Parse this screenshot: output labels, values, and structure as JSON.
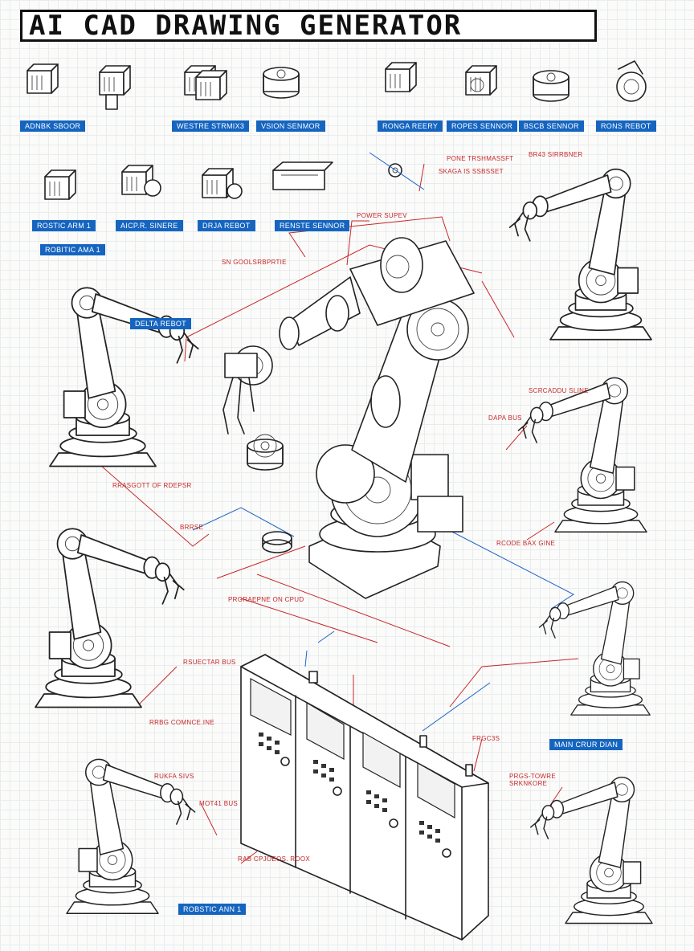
{
  "title": "AI CAD DRAWING GENERATOR",
  "colors": {
    "label_blue": "#1565c0",
    "annotation_red": "#c62828",
    "line_blue": "#1e63c9",
    "grid": "#e9ecef"
  },
  "top_labels": [
    "ADNBK SBOOR",
    "WESTRE STRMIX3",
    "VSION SENMOR",
    "RONGA REERY",
    "ROPES SENNOR",
    "BSCB SENNOR",
    "RONS REBOT"
  ],
  "row2_labels": [
    "ROSTIC ARM 1",
    "AICP.R. SINERE",
    "DRJA REBOT",
    "RENSTE SENNOR"
  ],
  "blue_labels": {
    "robotic_arm_left": "ROBITIC AMA 1",
    "delta_robot": "DELTA REBOT",
    "main_controller": "MAIN CRUR DIAN",
    "robotic_arm_bottom": "ROBSTIC ANN 1"
  },
  "red_labels": {
    "power_top": "PONE TRSHMASSFT",
    "bus_top_right": "BR43 SIRRBNER",
    "sensor_small": "SKAGA IS SSBSSET",
    "power_supply": "POWER SUPEV",
    "snooze": "SN GOOLSRBPRTIE",
    "scorad": "SCRCADDU SLINE",
    "data_bus": "DAPA BUS",
    "center_left": "RRASGOTT OF RDEPSR",
    "module_bus": "RCODE BAX GINE",
    "small_center": "BRRSE",
    "center_mid": "PRGRAEPNE ON CPUD",
    "sector_bus": "RSUECTAR BUS",
    "control_line": "RRBG COMNCE.INE",
    "relay": "FRGC3S",
    "progress": "PRGS-TOWRE SRKNKORE",
    "wheels": "RUKFA SIVS",
    "motor_bus": "MOT41 BUS",
    "bottom_note": "RAB CPJOEOS. ROOX"
  }
}
